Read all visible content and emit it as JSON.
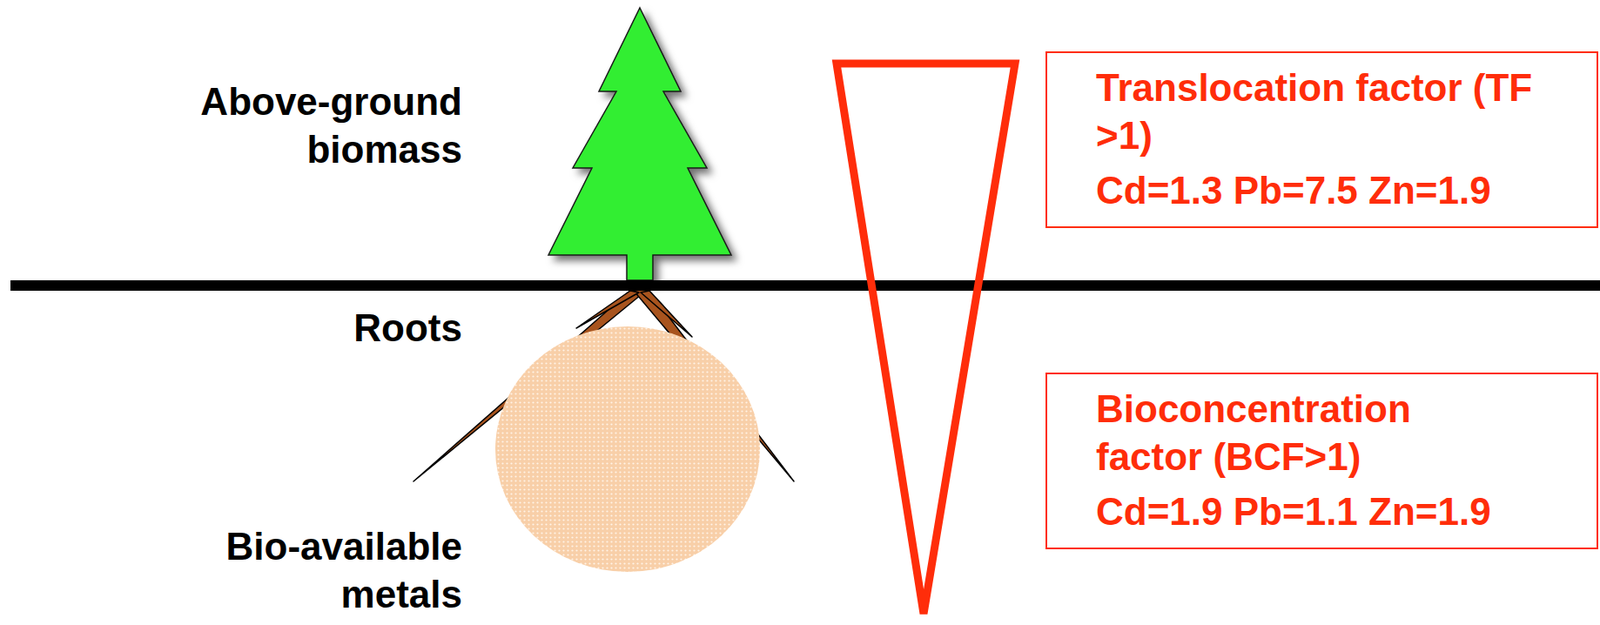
{
  "diagram": {
    "nodes": [
      {
        "text": [
          "Translocation factor (TF >1)",
          "Cd=1.3 Pb=7.5 Zn=1.9"
        ]
      },
      {
        "text": [
          "Bioconcentration factor (BCF>1)",
          "Cd=1.9 Pb=1.1 Zn=1.9"
        ]
      }
    ],
    "labels": [
      "Above-ground biomass",
      "Roots",
      "Bio-available metals"
    ]
  }
}
